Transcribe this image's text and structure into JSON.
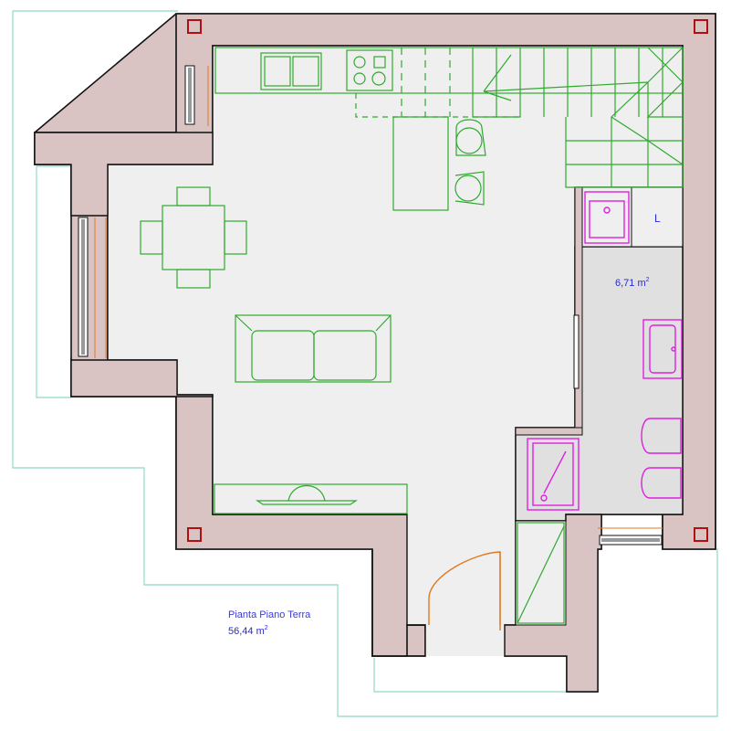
{
  "plan": {
    "title": "Pianta Piano Terra",
    "total_area": "56,44 m",
    "total_area_sup": "2",
    "bath_area": "6,71 m",
    "bath_area_sup": "2",
    "laundry_label": "L"
  },
  "colors": {
    "wall": "#d9c3c3",
    "floor": "#efefef",
    "bath_floor": "#e0e0e0",
    "furniture": "#2faa2f",
    "sanitary": "#e020e0",
    "outline": "#8fd8c8",
    "column": "#b01010",
    "text": "#2a2ad0"
  }
}
